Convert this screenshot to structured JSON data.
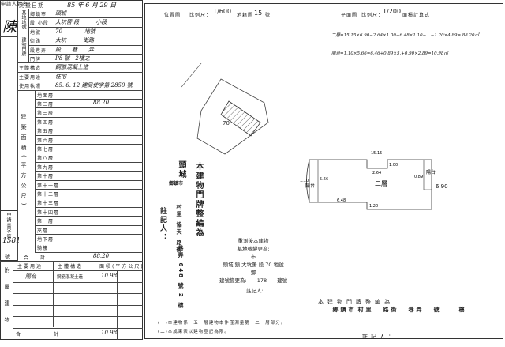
{
  "form": {
    "applicant_label": "申請人姓名",
    "applicant_name": "陳",
    "survey_date_label": "測量日期",
    "survey_date": "85 年 6 月 29 日",
    "rows": [
      {
        "group": "基地地號",
        "label": "鄉鎮市",
        "value": "頭城"
      },
      {
        "group": "",
        "label": "段 小段",
        "value": "大坑罟 段　　　小段"
      },
      {
        "group": "",
        "label": "地號",
        "value": "70　　　　地號"
      },
      {
        "group": "建物門牌",
        "label": "街路",
        "value": "大坑　　　街路"
      },
      {
        "group": "",
        "label": "段巷弄",
        "value": "段　　巷　　弄"
      },
      {
        "group": "",
        "label": "門牌",
        "value": "P8 號　2樓之"
      },
      {
        "group": "",
        "label": "主體構造",
        "value": "鋼筋混凝土造"
      },
      {
        "group": "",
        "label": "主要用途",
        "value": "住宅"
      },
      {
        "group": "",
        "label": "使用執照",
        "value": "85. 6. 12 建局使字第 2850 號"
      }
    ],
    "area_group_label": "建築面積(平方公尺)",
    "floors": [
      {
        "label": "地面層",
        "value": ""
      },
      {
        "label": "第二層",
        "value": "88.20"
      },
      {
        "label": "第三層",
        "value": ""
      },
      {
        "label": "第四層",
        "value": ""
      },
      {
        "label": "第五層",
        "value": ""
      },
      {
        "label": "第六層",
        "value": ""
      },
      {
        "label": "第七層",
        "value": ""
      },
      {
        "label": "第八層",
        "value": ""
      },
      {
        "label": "第九層",
        "value": ""
      },
      {
        "label": "第十層",
        "value": ""
      },
      {
        "label": "第十一層",
        "value": ""
      },
      {
        "label": "第十二層",
        "value": ""
      },
      {
        "label": "第十三層",
        "value": ""
      },
      {
        "label": "第十四層",
        "value": ""
      },
      {
        "label": "第　層",
        "value": ""
      },
      {
        "label": "夾層",
        "value": ""
      },
      {
        "label": "地下層",
        "value": ""
      },
      {
        "label": "騎樓",
        "value": ""
      }
    ],
    "total_label": "合　　計",
    "total_value": "88.20",
    "application_no_label": "申請書字第",
    "application_no": "1581",
    "application_no_suffix": "號",
    "annex": {
      "group_label": "附屬建物",
      "headers": [
        "主要用途",
        "主體構造",
        "面積(平方公尺)"
      ],
      "rows": [
        {
          "use": "陽台",
          "structure": "鋼筋混凝土造",
          "area": "10.98"
        }
      ],
      "total_label": "合　　計",
      "total_value": "10.98"
    }
  },
  "right": {
    "location_map_label": "位置圖",
    "scale_label": "比例尺：",
    "location_scale": "1/600",
    "sheet_label": "地籍圖",
    "sheet_no": "15",
    "sheet_suffix": "號",
    "floor_plan_label": "平面圖",
    "floor_scale": "1/200",
    "area_formula_label": "面積計算式",
    "formula_1": "二層=15.15×6.90−2.64×1.00−6.48×1.10−…−1.20×4.89= 88.20㎡",
    "formula_2": "陽台=1.10×5.66=6.46+0.89×5.+0.90×2.89=10.98㎡",
    "lot_no": "70",
    "plan_dims": [
      "15.15",
      "2.64",
      "1.00",
      "6.48",
      "1.20",
      "5.66",
      "6.90",
      "0.89",
      "1.10"
    ],
    "plan_floor": "二層",
    "balcony": "陽台",
    "door_vert_1": "本建物門牌整編為",
    "door_vert_2": "頭城",
    "door_vert_3": "鄉鎮市",
    "door_vert_4": "村里 協天 路街",
    "door_vert_5": "巷弄 648 號 2 樓",
    "registrar_vert": "註記人：",
    "change_lines": [
      "重測後本建物",
      "基地號變更為:",
      "市",
      "頭城 鎮 大坑罟 段 70 地號",
      "鄉",
      "建號變更為:　　178　　建號"
    ],
    "change_registrar": "註記人:",
    "bottom_title": "本建物門牌整編為",
    "bottom_addr": [
      "市鎮鄉",
      "里村",
      "街路",
      "弄巷",
      "號",
      "樓"
    ],
    "bottom_registrar": "註記人：",
    "note_1": "(一)本建物係　五　層建物本件僅測量第　二　層部分。",
    "note_2": "(二)本成果表以建物登記為限。"
  }
}
